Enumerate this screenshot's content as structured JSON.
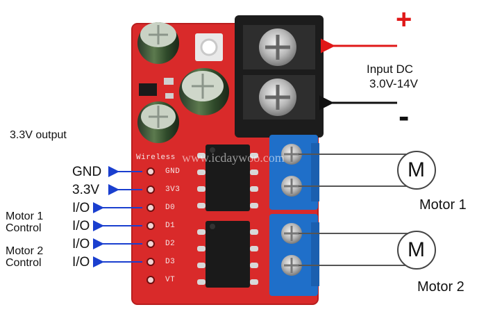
{
  "labels": {
    "output_note": "3.3V output",
    "input_dc_line1": "Input DC",
    "input_dc_line2": "3.0V-14V",
    "plus_sign": "+",
    "minus_sign": "-",
    "motor_symbol": "M",
    "motor1": "Motor 1",
    "motor2": "Motor 2",
    "watermark": "www.icdaywoo.com"
  },
  "pin_labels": [
    "GND",
    "3.3V",
    "I/O",
    "I/O",
    "I/O",
    "I/O"
  ],
  "control_groups": [
    {
      "line1": "Motor 1",
      "line2": "Control"
    },
    {
      "line1": "Motor 2",
      "line2": "Control"
    }
  ],
  "silkscreen": {
    "header": "Wireless",
    "pins": [
      "GND",
      "3V3",
      "D0",
      "D1",
      "D2",
      "D3",
      "VT"
    ]
  },
  "colors": {
    "board": "#d92a2a",
    "arrow_pins": "#1a3fcf",
    "arrow_plus": "#e01818",
    "arrow_minus": "#111111",
    "plus_sign": "#e01818",
    "terminal_blue": "#1f6fc9",
    "power_terminal": "#1c1c1c"
  }
}
